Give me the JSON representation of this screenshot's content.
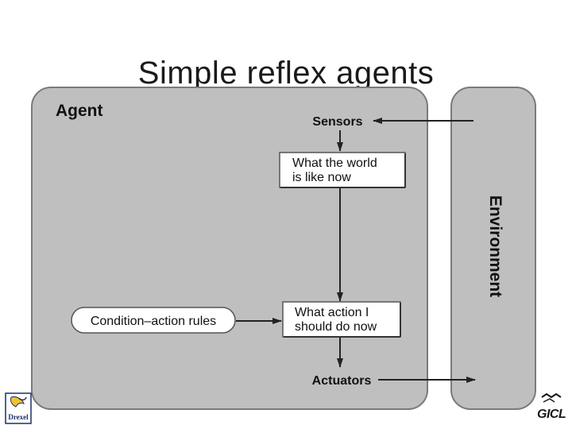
{
  "slide": {
    "title": "Simple reflex agents"
  },
  "diagram": {
    "agent_label": "Agent",
    "environment_label": "Environment",
    "sensors_label": "Sensors",
    "actuators_label": "Actuators",
    "world_box": {
      "line1": "What the world",
      "line2": "is like now"
    },
    "action_box": {
      "line1": "What action I",
      "line2": "should do now"
    },
    "rules_label": "Condition–action rules"
  },
  "logos": {
    "left_text": "Drexel",
    "right_text": "GICL"
  },
  "colors": {
    "panel_fill": "#bfbfbf",
    "panel_stroke": "#7a7a7a",
    "box_fill": "#ffffff",
    "arrow": "#222222"
  }
}
